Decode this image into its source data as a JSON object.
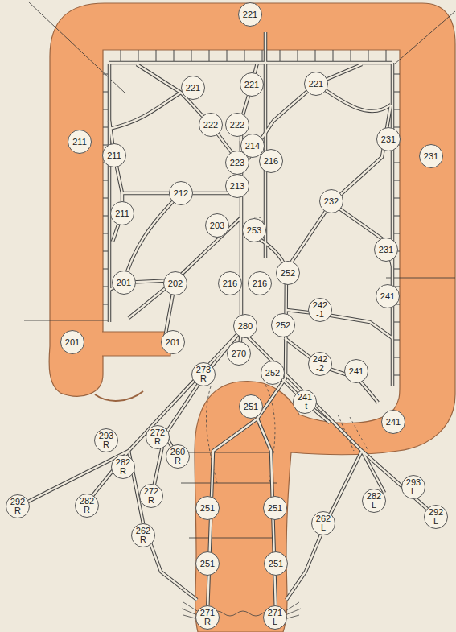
{
  "diagram": {
    "nodes": [
      {
        "text": [
          "221"
        ]
      },
      {
        "text": [
          "221"
        ]
      },
      {
        "text": [
          "221"
        ]
      },
      {
        "text": [
          "221"
        ]
      },
      {
        "text": [
          "222"
        ]
      },
      {
        "text": [
          "222"
        ]
      },
      {
        "text": [
          "231"
        ]
      },
      {
        "text": [
          "211"
        ]
      },
      {
        "text": [
          "214"
        ]
      },
      {
        "text": [
          "211"
        ]
      },
      {
        "text": [
          "231"
        ]
      },
      {
        "text": [
          "216"
        ]
      },
      {
        "text": [
          "223"
        ]
      },
      {
        "text": [
          "213"
        ]
      },
      {
        "text": [
          "212"
        ]
      },
      {
        "text": [
          "232"
        ]
      },
      {
        "text": [
          "211"
        ]
      },
      {
        "text": [
          "203"
        ]
      },
      {
        "text": [
          "253"
        ]
      },
      {
        "text": [
          "231"
        ]
      },
      {
        "text": [
          "252"
        ]
      },
      {
        "text": [
          "201"
        ]
      },
      {
        "text": [
          "202"
        ]
      },
      {
        "text": [
          "216"
        ]
      },
      {
        "text": [
          "216"
        ]
      },
      {
        "text": [
          "241"
        ]
      },
      {
        "text": [
          "242 -1"
        ]
      },
      {
        "text": [
          "280"
        ]
      },
      {
        "text": [
          "252"
        ]
      },
      {
        "text": [
          "201"
        ]
      },
      {
        "text": [
          "201"
        ]
      },
      {
        "text": [
          "270"
        ]
      },
      {
        "text": [
          "242 -2"
        ]
      },
      {
        "text": [
          "241"
        ]
      },
      {
        "text": [
          "252"
        ]
      },
      {
        "text": [
          "273 R"
        ]
      },
      {
        "text": [
          "241 -t"
        ]
      },
      {
        "text": [
          "251"
        ]
      },
      {
        "text": [
          "241"
        ]
      },
      {
        "text": [
          "272 R"
        ]
      },
      {
        "text": [
          "293 R"
        ]
      },
      {
        "text": [
          "260 R"
        ]
      },
      {
        "text": [
          "282 R"
        ]
      },
      {
        "text": [
          "293 L"
        ]
      },
      {
        "text": [
          "272 R"
        ]
      },
      {
        "text": [
          "292 R"
        ]
      },
      {
        "text": [
          "282 R"
        ]
      },
      {
        "text": [
          "251"
        ]
      },
      {
        "text": [
          "251"
        ]
      },
      {
        "text": [
          "282 L"
        ]
      },
      {
        "text": [
          "292 L"
        ]
      },
      {
        "text": [
          "262 L"
        ]
      },
      {
        "text": [
          "262 R"
        ]
      },
      {
        "text": [
          "251"
        ]
      },
      {
        "text": [
          "251"
        ]
      },
      {
        "text": [
          "271 R"
        ]
      },
      {
        "text": [
          "271 L"
        ]
      }
    ]
  }
}
